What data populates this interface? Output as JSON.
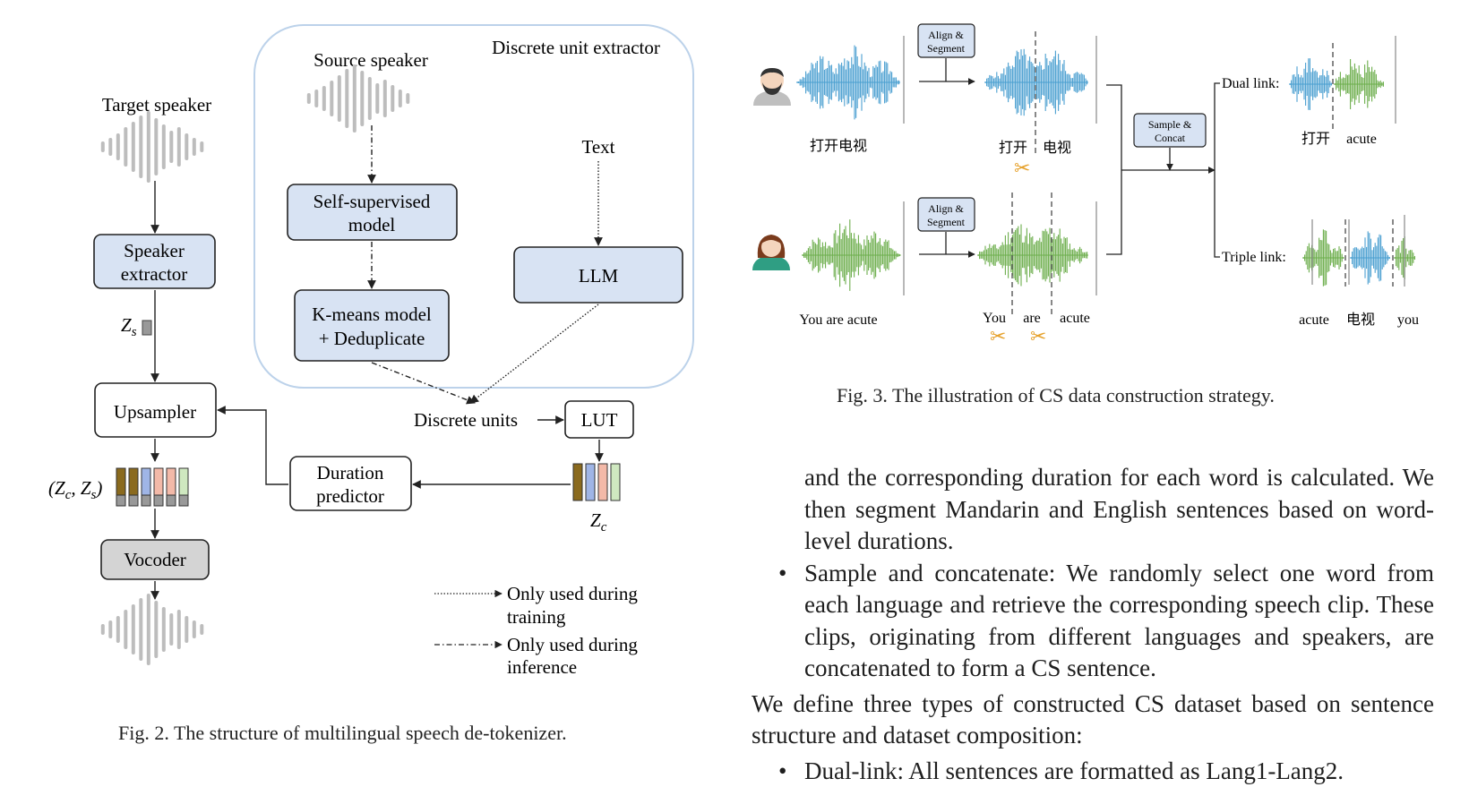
{
  "fig2": {
    "extractor_title": "Discrete unit extractor",
    "source_speaker": "Source speaker",
    "target_speaker": "Target speaker",
    "text_label": "Text",
    "ssl_model_line1": "Self-supervised",
    "ssl_model_line2": "model",
    "kmeans_line1": "K-means model",
    "kmeans_line2": "+ Deduplicate",
    "llm": "LLM",
    "speaker_extractor_line1": "Speaker",
    "speaker_extractor_line2": "extractor",
    "zs_label": "Z",
    "zs_sub": "s",
    "upsampler": "Upsampler",
    "discrete_units": "Discrete units",
    "lut": "LUT",
    "duration_predictor_line1": "Duration",
    "duration_predictor_line2": "predictor",
    "zc_label": "Z",
    "zc_sub": "c",
    "zczs_label": "(Zc, Zs)",
    "vocoder": "Vocoder",
    "legend_train_line1": "Only used during",
    "legend_train_line2": "training",
    "legend_infer_line1": "Only used during",
    "legend_infer_line2": "inference",
    "caption": "Fig. 2.  The structure of multilingual speech de-tokenizer."
  },
  "fig3": {
    "align_segment_line1": "Align &",
    "align_segment_line2": "Segment",
    "sample_concat_line1": "Sample &",
    "sample_concat_line2": "Concat",
    "zh_sentence": "打开电视",
    "zh_word1": "打开",
    "zh_word2": "电视",
    "en_sentence": "You are acute",
    "en_word1": "You",
    "en_word2": "are",
    "en_word3": "acute",
    "dual_link": "Dual link:",
    "dual_w1": "打开",
    "dual_w2": "acute",
    "triple_link": "Triple link:",
    "triple_w1": "acute",
    "triple_w2": "电视",
    "triple_w3": "you",
    "caption": "Fig. 3.  The illustration of CS data construction strategy.",
    "colors": {
      "blue_wave": "#4a9fd0",
      "green_wave": "#6cae4c",
      "box_fill": "#d8e3f3"
    }
  },
  "body": {
    "para1": "and the corresponding duration for each word is calculated. We then segment Mandarin and English sentences based on word-level durations.",
    "bullet1": "Sample and concatenate: We randomly select one word from each language and retrieve the corresponding speech clip. These clips, originating from different languages and speakers, are concatenated to form a CS sentence.",
    "para2": "We define three types of constructed CS dataset based on sentence structure and dataset composition:",
    "bullet2": "Dual-link: All sentences are formatted as Lang1-Lang2."
  }
}
